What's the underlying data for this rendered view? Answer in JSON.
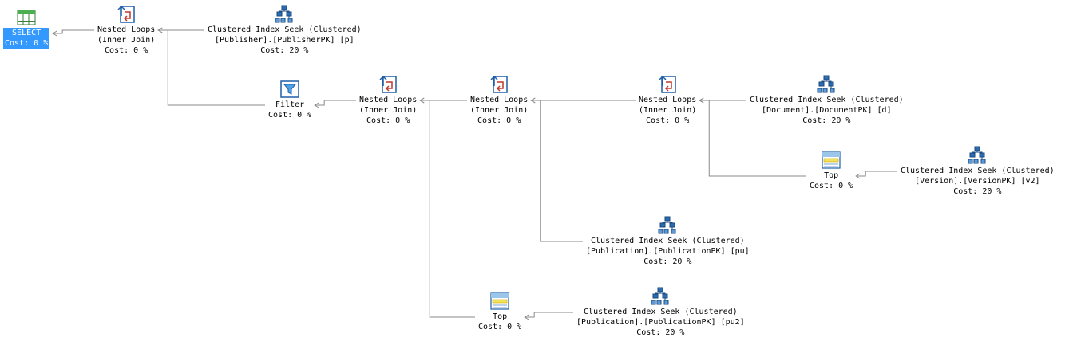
{
  "nodes": {
    "select": {
      "icon": "select-icon",
      "lines": [
        "SELECT",
        "Cost: 0 %"
      ]
    },
    "nl1": {
      "icon": "nested-loops-icon",
      "lines": [
        "Nested Loops",
        "(Inner Join)",
        "Cost: 0 %"
      ]
    },
    "cis1": {
      "icon": "clustered-index-seek-icon",
      "lines": [
        "Clustered Index Seek (Clustered)",
        "[Publisher].[PublisherPK] [p]",
        "Cost: 20 %"
      ]
    },
    "filter": {
      "icon": "filter-icon",
      "lines": [
        "Filter",
        "Cost: 0 %"
      ]
    },
    "nl2": {
      "icon": "nested-loops-icon",
      "lines": [
        "Nested Loops",
        "(Inner Join)",
        "Cost: 0 %"
      ]
    },
    "nl3": {
      "icon": "nested-loops-icon",
      "lines": [
        "Nested Loops",
        "(Inner Join)",
        "Cost: 0 %"
      ]
    },
    "nl4": {
      "icon": "nested-loops-icon",
      "lines": [
        "Nested Loops",
        "(Inner Join)",
        "Cost: 0 %"
      ]
    },
    "cis_doc": {
      "icon": "clustered-index-seek-icon",
      "lines": [
        "Clustered Index Seek (Clustered)",
        "[Document].[DocumentPK] [d]",
        "Cost: 20 %"
      ]
    },
    "top1": {
      "icon": "top-icon",
      "lines": [
        "Top",
        "Cost: 0 %"
      ]
    },
    "cis_ver": {
      "icon": "clustered-index-seek-icon",
      "lines": [
        "Clustered Index Seek (Clustered)",
        "[Version].[VersionPK] [v2]",
        "Cost: 20 %"
      ]
    },
    "cis_pu": {
      "icon": "clustered-index-seek-icon",
      "lines": [
        "Clustered Index Seek (Clustered)",
        "[Publication].[PublicationPK] [pu]",
        "Cost: 20 %"
      ]
    },
    "top2": {
      "icon": "top-icon",
      "lines": [
        "Top",
        "Cost: 0 %"
      ]
    },
    "cis_pu2": {
      "icon": "clustered-index-seek-icon",
      "lines": [
        "Clustered Index Seek (Clustered)",
        "[Publication].[PublicationPK] [pu2]",
        "Cost: 20 %"
      ]
    }
  },
  "edges": [
    {
      "from": "nl1",
      "to": "select"
    },
    {
      "from": "cis1",
      "to": "nl1"
    },
    {
      "from": "filter",
      "to": "nl1"
    },
    {
      "from": "nl2",
      "to": "filter"
    },
    {
      "from": "nl3",
      "to": "nl2"
    },
    {
      "from": "top2",
      "to": "nl2"
    },
    {
      "from": "nl4",
      "to": "nl3"
    },
    {
      "from": "cis_pu",
      "to": "nl3"
    },
    {
      "from": "cis_doc",
      "to": "nl4"
    },
    {
      "from": "top1",
      "to": "nl4"
    },
    {
      "from": "cis_ver",
      "to": "top1"
    },
    {
      "from": "cis_pu2",
      "to": "top2"
    }
  ],
  "selected": "select"
}
